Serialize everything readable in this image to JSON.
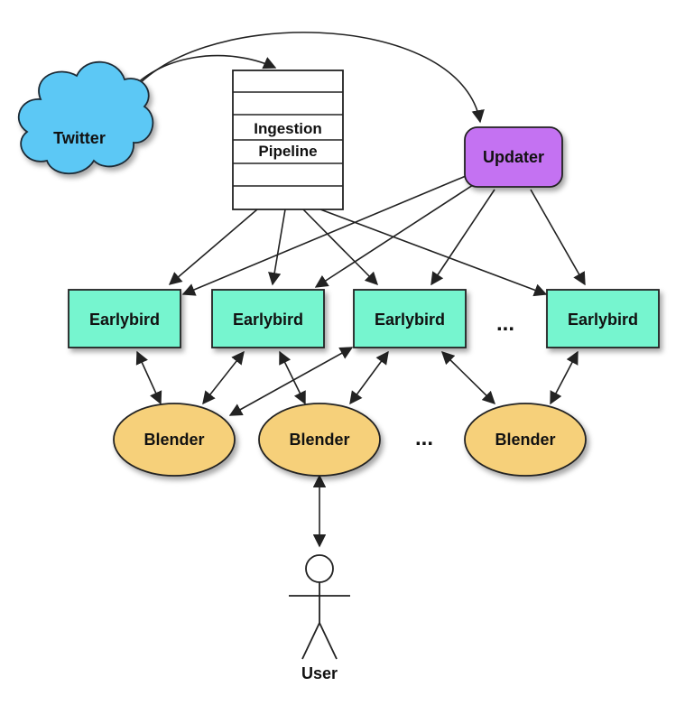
{
  "nodes": {
    "twitter": {
      "label": "Twitter",
      "color": "#5bc8f5"
    },
    "ingestion": {
      "label_line1": "Ingestion",
      "label_line2": "Pipeline",
      "color": "#ffffff"
    },
    "updater": {
      "label": "Updater",
      "color": "#c472f2"
    },
    "earlybirds": [
      {
        "label": "Earlybird"
      },
      {
        "label": "Earlybird"
      },
      {
        "label": "Earlybird"
      },
      {
        "label": "Earlybird"
      }
    ],
    "earlybird_color": "#76f5cf",
    "earlybird_ellipsis": "...",
    "blenders": [
      {
        "label": "Blender"
      },
      {
        "label": "Blender"
      },
      {
        "label": "Blender"
      }
    ],
    "blender_color": "#f6d07a",
    "blender_ellipsis": "...",
    "user": {
      "label": "User"
    }
  }
}
